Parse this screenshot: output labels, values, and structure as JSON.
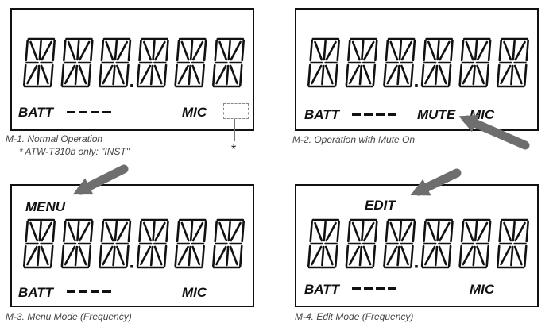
{
  "glyph": "starburst-14-segment",
  "panels": [
    {
      "id": "M-1",
      "caption": "M-1. Normal Operation",
      "digits": 6,
      "decimal_after": 3,
      "labels": {
        "batt": "BATT",
        "mic": "MIC"
      },
      "note": "* ATW-T310b only: \"INST\"",
      "asterisk": "*"
    },
    {
      "id": "M-2",
      "caption": "M-2. Operation with Mute On",
      "digits": 6,
      "decimal_after": 3,
      "labels": {
        "batt": "BATT",
        "mute": "MUTE",
        "mic": "MIC"
      }
    },
    {
      "id": "M-3",
      "caption": "M-3. Menu Mode (Frequency)",
      "digits": 6,
      "decimal_after": 3,
      "labels": {
        "menu": "MENU",
        "batt": "BATT",
        "mic": "MIC"
      }
    },
    {
      "id": "M-4",
      "caption": "M-4. Edit Mode (Frequency)",
      "digits": 6,
      "decimal_after": 3,
      "labels": {
        "edit": "EDIT",
        "batt": "BATT",
        "mic": "MIC"
      }
    }
  ],
  "colors": {
    "ink": "#111111",
    "arrow": "#6e6e6e",
    "caption": "#444444"
  }
}
